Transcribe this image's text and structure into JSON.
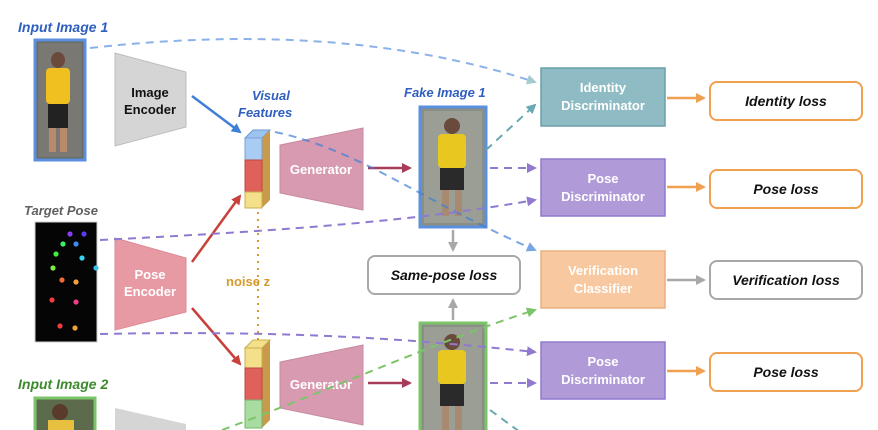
{
  "labels": {
    "input_image_1": "Input Image 1",
    "target_pose": "Target Pose",
    "input_image_2": "Input Image 2",
    "visual_features_line1": "Visual",
    "visual_features_line2": "Features",
    "fake_image_1": "Fake Image 1",
    "noise_z": "noise z"
  },
  "modules": {
    "image_encoder_line1": "Image",
    "image_encoder_line2": "Encoder",
    "pose_encoder_line1": "Pose",
    "pose_encoder_line2": "Encoder",
    "generator_top": "Generator",
    "generator_bottom": "Generator",
    "identity_disc_line1": "Identity",
    "identity_disc_line2": "Discriminator",
    "pose_disc_top_line1": "Pose",
    "pose_disc_top_line2": "Discriminator",
    "verification_line1": "Verification",
    "verification_line2": "Classifier",
    "pose_disc_bottom_line1": "Pose",
    "pose_disc_bottom_line2": "Discriminator"
  },
  "losses": {
    "identity": "Identity loss",
    "pose_top": "Pose loss",
    "same_pose": "Same-pose loss",
    "verification": "Verification loss",
    "pose_bottom": "Pose loss"
  },
  "colors": {
    "blue_label": "#2f5fbf",
    "green_label": "#3d8a2e",
    "gray_label": "#606060",
    "orange_text": "#d89a2a",
    "teal": "#8fbcc4",
    "purple": "#b09ad8",
    "orange_box": "#f8c9a0",
    "pink": "#e89aa4",
    "encoder_gray": "#d5d5d5",
    "arrow_blue": "#3f7fd8",
    "arrow_red": "#c8413a",
    "arrow_purple": "#8f7ad0",
    "arrow_teal": "#6aa8b2",
    "arrow_green": "#7cc46a",
    "arrow_orange": "#f0a050",
    "arrow_gray": "#a8a8a8",
    "arrow_maroon": "#a83a5a"
  }
}
